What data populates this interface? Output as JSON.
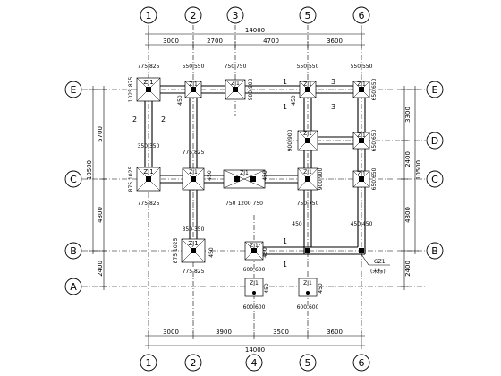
{
  "grid_top": [
    "1",
    "2",
    "3",
    "5",
    "6"
  ],
  "grid_bottom": [
    "1",
    "2",
    "4",
    "5",
    "6"
  ],
  "grid_left": [
    "E",
    "C",
    "B",
    "A"
  ],
  "grid_right": [
    "E",
    "D",
    "C",
    "B"
  ],
  "dims_top_total": "14000",
  "dims_top": [
    "3000",
    "2700",
    "4700",
    "3600"
  ],
  "dims_bottom": [
    "3000",
    "3900",
    "3500",
    "3600"
  ],
  "dims_bottom_total": "14000",
  "dims_left_outer": "10500",
  "dims_left_inner": [
    "5700",
    "4800"
  ],
  "dims_left_lower": "2400",
  "dims_right_outer": "10500",
  "dims_right_inner": [
    "3300",
    "2400",
    "4800"
  ],
  "dims_right_lower": "2400",
  "footing_tag": "ZJ1",
  "beam_tag_1": "1",
  "beam_tag_2": "2",
  "beam_tag_3": "3",
  "gz_tag": "GZ1",
  "gz_sub": "(未标)",
  "fdim": {
    "a": "775 825",
    "b": "550 550",
    "c": "750 750",
    "d": "550 550",
    "e": "1025 875",
    "f": "450",
    "g": "900 900",
    "h": "350 350",
    "i": "875 1025",
    "j": "750 1200 750",
    "k": "650 650",
    "l": "750 750",
    "m": "600 600",
    "n": "600 600",
    "o": "650 650",
    "p": "450 450"
  }
}
